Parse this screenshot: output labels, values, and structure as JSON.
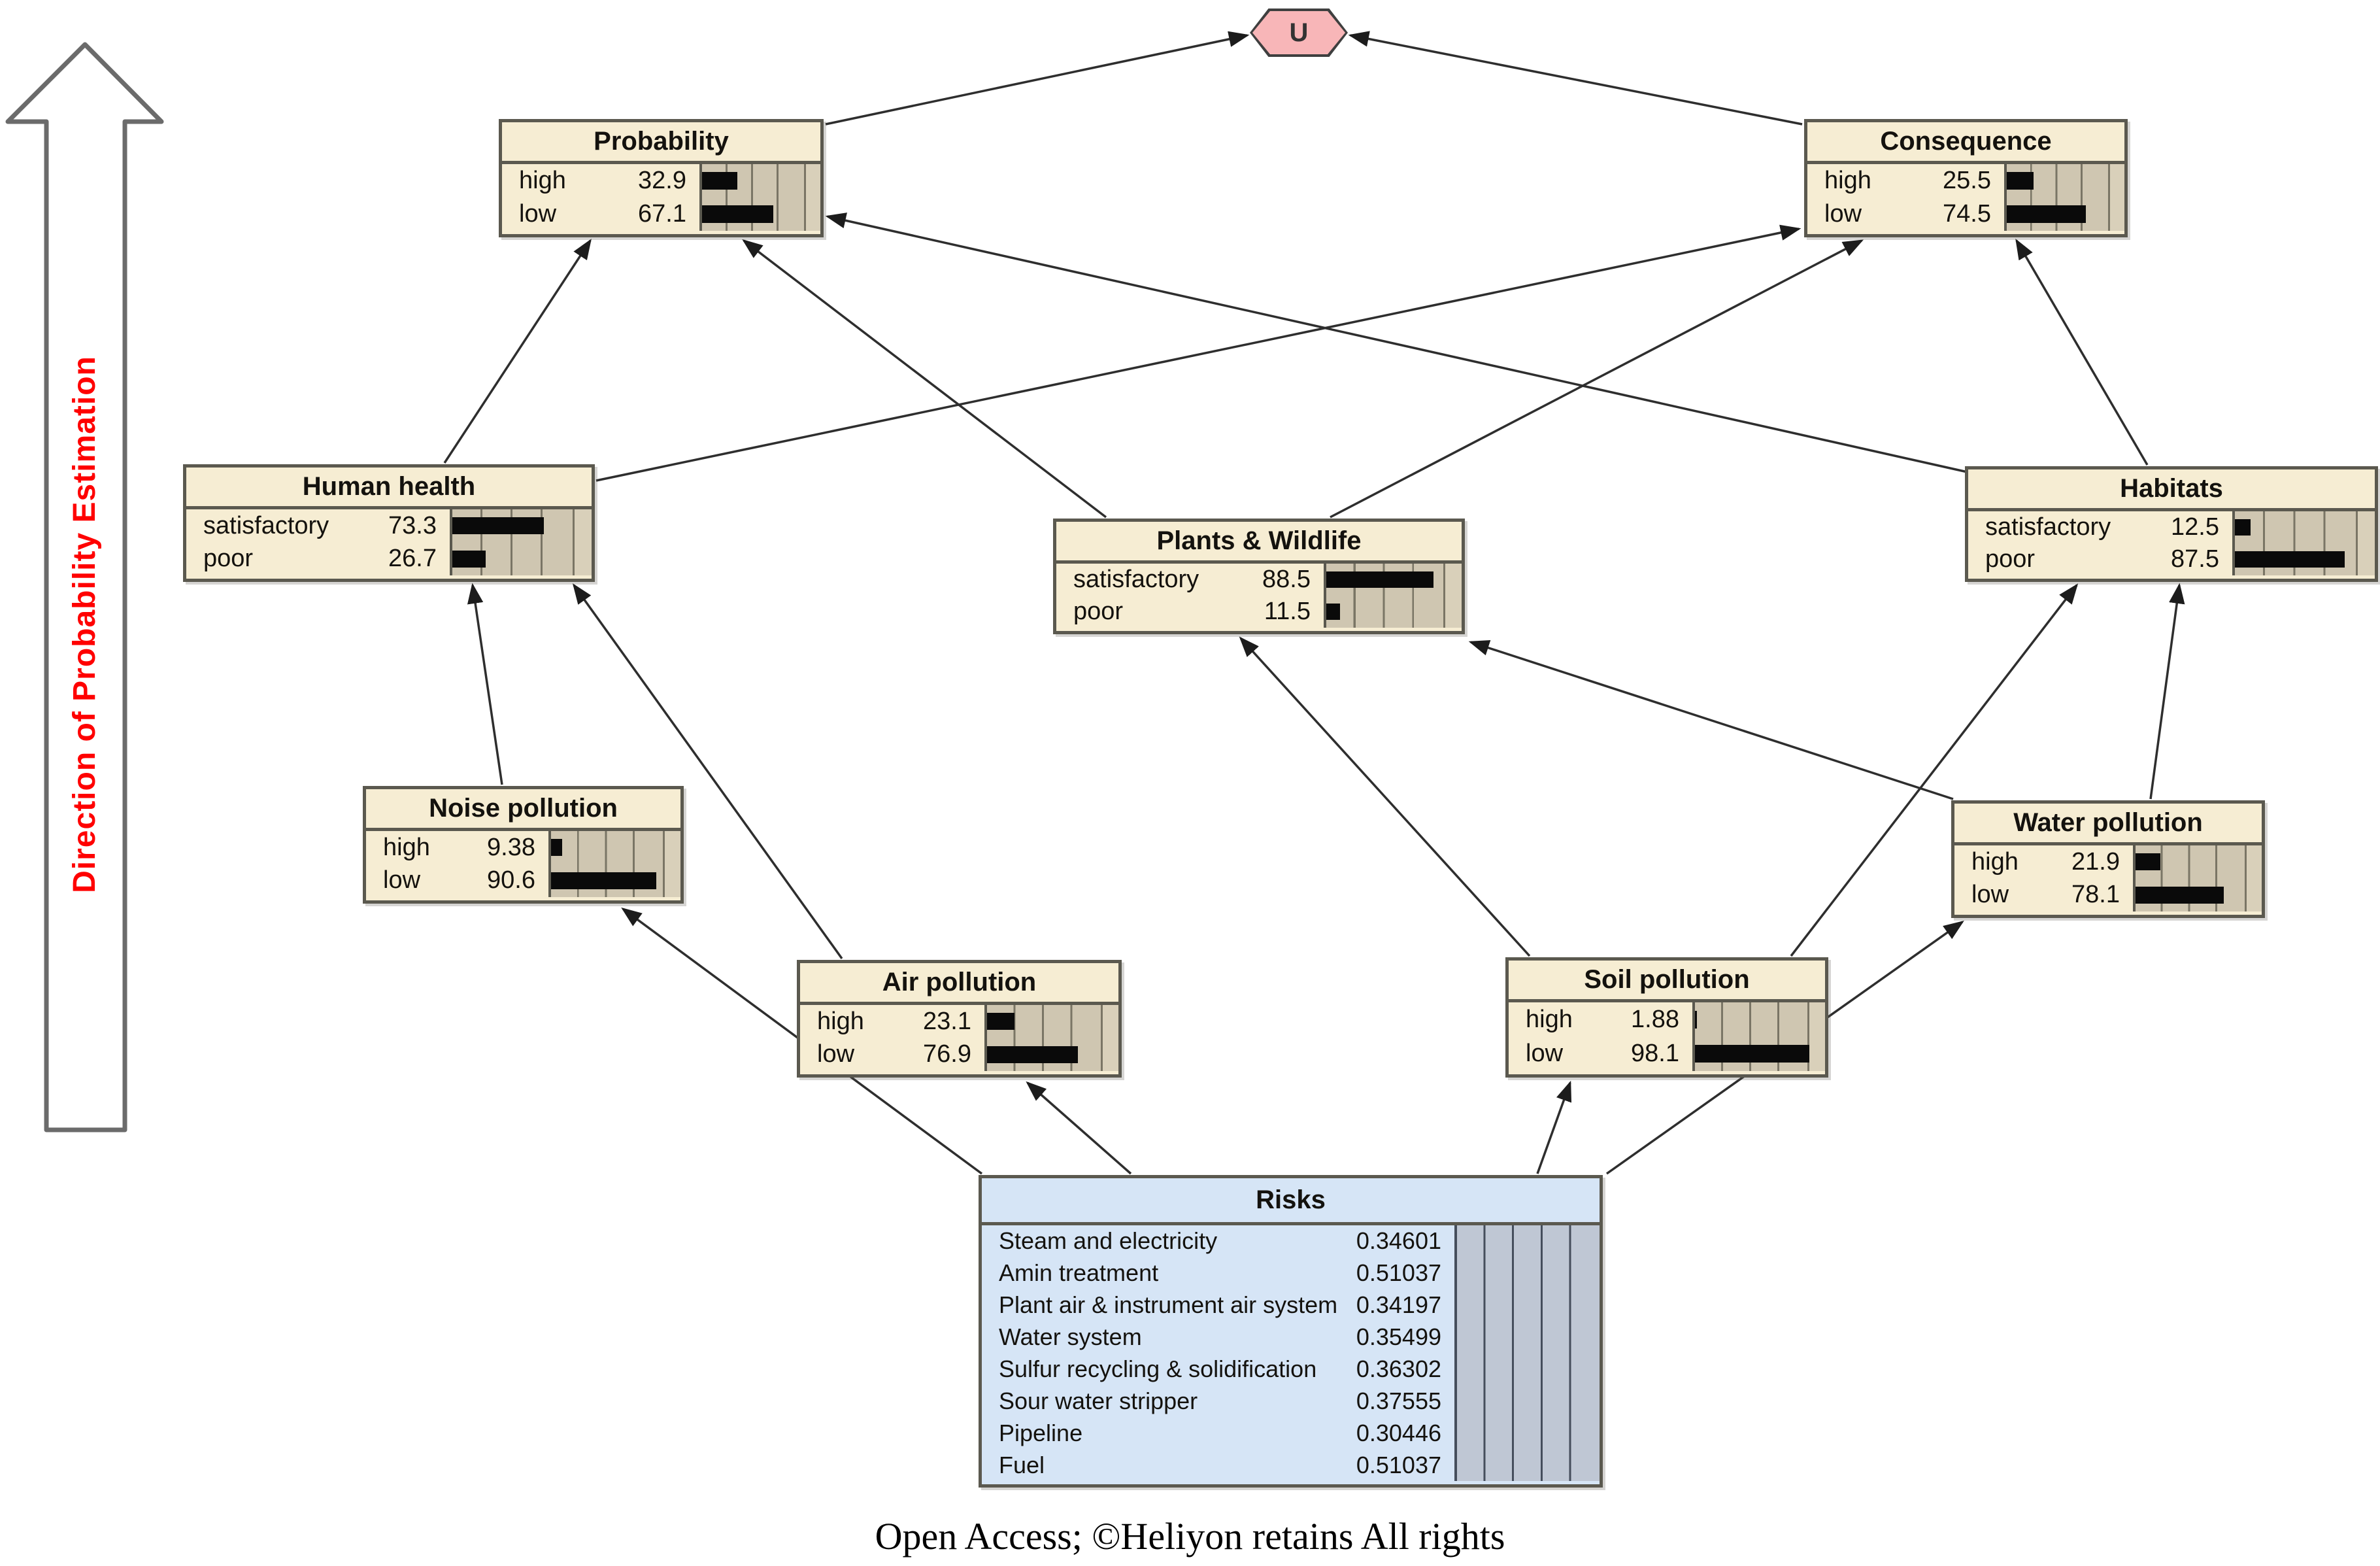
{
  "hexagon": {
    "label": "U"
  },
  "direction_label": "Direction of Probability Estimation",
  "caption": "Open Access; ©Heliyon retains All rights",
  "colors": {
    "chance_node_fill": "#f6edd3",
    "decision_node_fill": "#d6e5f6",
    "node_border": "#5b594f",
    "bar_fill": "#0a0a0a",
    "bar_track": "#cfc6b1",
    "utility_fill": "#f8b6b8",
    "edge": "#2e2e2e",
    "direction_text": "#ff0000"
  },
  "nodes": [
    {
      "id": "probability",
      "title": "Probability",
      "type": "chance",
      "rows": [
        {
          "label": "high",
          "value": "32.9",
          "pct": 32.9
        },
        {
          "label": "low",
          "value": "67.1",
          "pct": 67.1
        }
      ]
    },
    {
      "id": "consequence",
      "title": "Consequence",
      "type": "chance",
      "rows": [
        {
          "label": "high",
          "value": "25.5",
          "pct": 25.5
        },
        {
          "label": "low",
          "value": "74.5",
          "pct": 74.5
        }
      ]
    },
    {
      "id": "human_health",
      "title": "Human health",
      "type": "chance",
      "rows": [
        {
          "label": "satisfactory",
          "value": "73.3",
          "pct": 73.3
        },
        {
          "label": "poor",
          "value": "26.7",
          "pct": 26.7
        }
      ]
    },
    {
      "id": "plants_wildlife",
      "title": "Plants & Wildlife",
      "type": "chance",
      "rows": [
        {
          "label": "satisfactory",
          "value": "88.5",
          "pct": 88.5
        },
        {
          "label": "poor",
          "value": "11.5",
          "pct": 11.5
        }
      ]
    },
    {
      "id": "habitats",
      "title": "Habitats",
      "type": "chance",
      "rows": [
        {
          "label": "satisfactory",
          "value": "12.5",
          "pct": 12.5
        },
        {
          "label": "poor",
          "value": "87.5",
          "pct": 87.5
        }
      ]
    },
    {
      "id": "noise_pollution",
      "title": "Noise pollution",
      "type": "chance",
      "rows": [
        {
          "label": "high",
          "value": "9.38",
          "pct": 9.38
        },
        {
          "label": "low",
          "value": "90.6",
          "pct": 90.6
        }
      ]
    },
    {
      "id": "water_pollution",
      "title": "Water pollution",
      "type": "chance",
      "rows": [
        {
          "label": "high",
          "value": "21.9",
          "pct": 21.9
        },
        {
          "label": "low",
          "value": "78.1",
          "pct": 78.1
        }
      ]
    },
    {
      "id": "air_pollution",
      "title": "Air pollution",
      "type": "chance",
      "rows": [
        {
          "label": "high",
          "value": "23.1",
          "pct": 23.1
        },
        {
          "label": "low",
          "value": "76.9",
          "pct": 76.9
        }
      ]
    },
    {
      "id": "soil_pollution",
      "title": "Soil pollution",
      "type": "chance",
      "rows": [
        {
          "label": "high",
          "value": "1.88",
          "pct": 1.88
        },
        {
          "label": "low",
          "value": "98.1",
          "pct": 98.1
        }
      ]
    },
    {
      "id": "risks",
      "title": "Risks",
      "type": "decision",
      "rows": [
        {
          "label": "Steam and electricity",
          "value": "0.34601",
          "pct": null
        },
        {
          "label": "Amin treatment",
          "value": "0.51037",
          "pct": null
        },
        {
          "label": "Plant air & instrument air system",
          "value": "0.34197",
          "pct": null
        },
        {
          "label": "Water system",
          "value": "0.35499",
          "pct": null
        },
        {
          "label": "Sulfur recycling & solidification",
          "value": "0.36302",
          "pct": null
        },
        {
          "label": "Sour water stripper",
          "value": "0.37555",
          "pct": null
        },
        {
          "label": "Pipeline",
          "value": "0.30446",
          "pct": null
        },
        {
          "label": "Fuel",
          "value": "0.51037",
          "pct": null
        }
      ]
    }
  ],
  "edges": [
    {
      "from": "probability",
      "to": "u"
    },
    {
      "from": "consequence",
      "to": "u"
    },
    {
      "from": "human_health",
      "to": "probability"
    },
    {
      "from": "human_health",
      "to": "consequence"
    },
    {
      "from": "plants_wildlife",
      "to": "probability"
    },
    {
      "from": "plants_wildlife",
      "to": "consequence"
    },
    {
      "from": "habitats",
      "to": "probability"
    },
    {
      "from": "habitats",
      "to": "consequence"
    },
    {
      "from": "noise_pollution",
      "to": "human_health"
    },
    {
      "from": "air_pollution",
      "to": "human_health"
    },
    {
      "from": "soil_pollution",
      "to": "plants_wildlife"
    },
    {
      "from": "water_pollution",
      "to": "plants_wildlife"
    },
    {
      "from": "soil_pollution",
      "to": "habitats"
    },
    {
      "from": "water_pollution",
      "to": "habitats"
    },
    {
      "from": "risks",
      "to": "noise_pollution"
    },
    {
      "from": "risks",
      "to": "air_pollution"
    },
    {
      "from": "risks",
      "to": "soil_pollution"
    },
    {
      "from": "risks",
      "to": "water_pollution"
    }
  ]
}
